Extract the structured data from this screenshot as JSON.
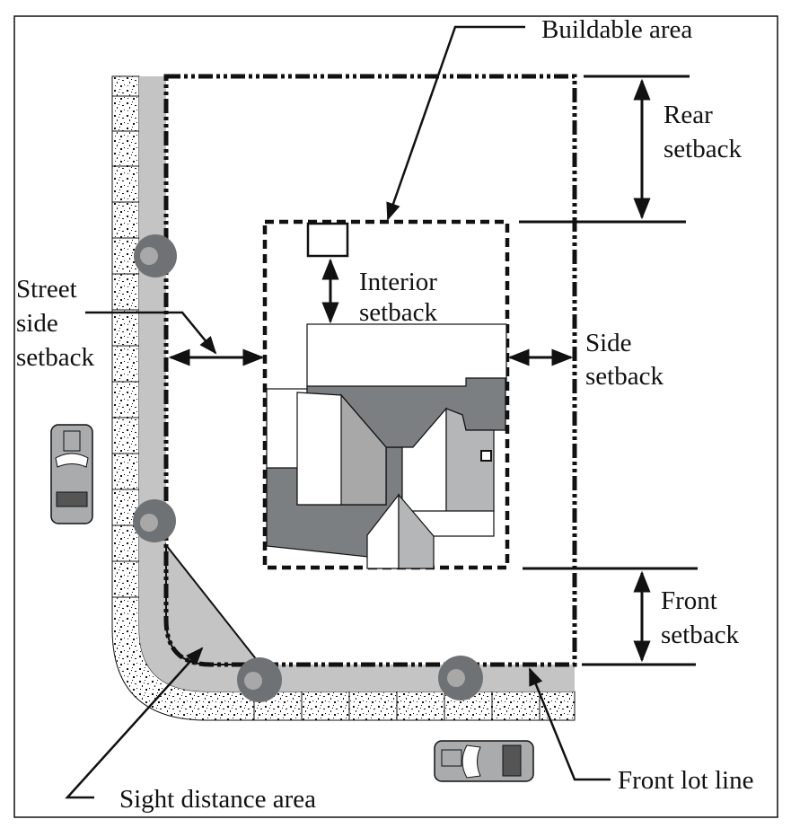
{
  "title": "Setbacks diagram",
  "labels": {
    "buildable_area": "Buildable area",
    "rear_setback": [
      "Rear",
      "setback"
    ],
    "interior_setback": [
      "Interior",
      "setback"
    ],
    "street_side_setback": [
      "Street",
      "side",
      "setback"
    ],
    "side_setback": [
      "Side",
      "setback"
    ],
    "front_setback": [
      "Front",
      "setback"
    ],
    "front_lot_line": "Front lot line",
    "sight_distance_area": "Sight distance area"
  },
  "colors": {
    "line": "#111111",
    "sidewalk_gray": "#c4c4c4",
    "roof_dark": "#7b7f82",
    "roof_mid": "#a8a8a8",
    "roof_light": "#b5b6b8",
    "tree": "#6e7275",
    "car": "#a9abad"
  }
}
